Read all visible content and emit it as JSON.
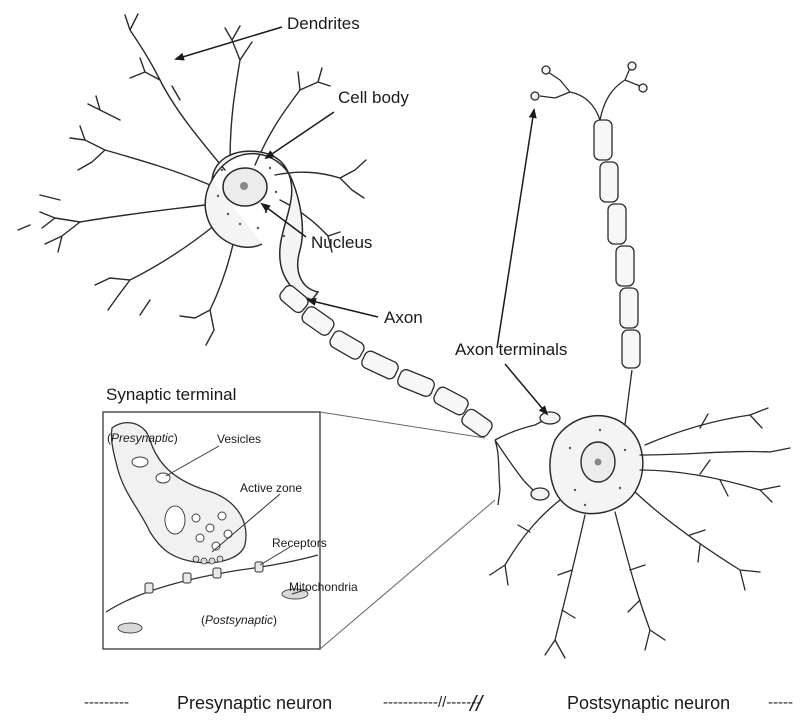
{
  "labels": {
    "dendrites": "Dendrites",
    "cell_body": "Cell body",
    "nucleus": "Nucleus",
    "axon": "Axon",
    "axon_terminals": "Axon terminals",
    "synaptic_terminal": "Synaptic terminal"
  },
  "inset": {
    "presynaptic_open": "(",
    "presynaptic_word": "Presynaptic",
    "presynaptic_close": ")",
    "vesicles": "Vesicles",
    "active_zone": "Active zone",
    "receptors": "Receptors",
    "mitochondria": "Mitochondria",
    "postsynaptic_open": "(",
    "postsynaptic_word": "Postsynaptic",
    "postsynaptic_close": ")"
  },
  "footer": {
    "dash_left": "---------",
    "presynaptic_neuron": "Presynaptic neuron",
    "dash_mid": "-----------//-------",
    "postsynaptic_neuron": "Postsynaptic neuron",
    "dash_right": "-----"
  }
}
